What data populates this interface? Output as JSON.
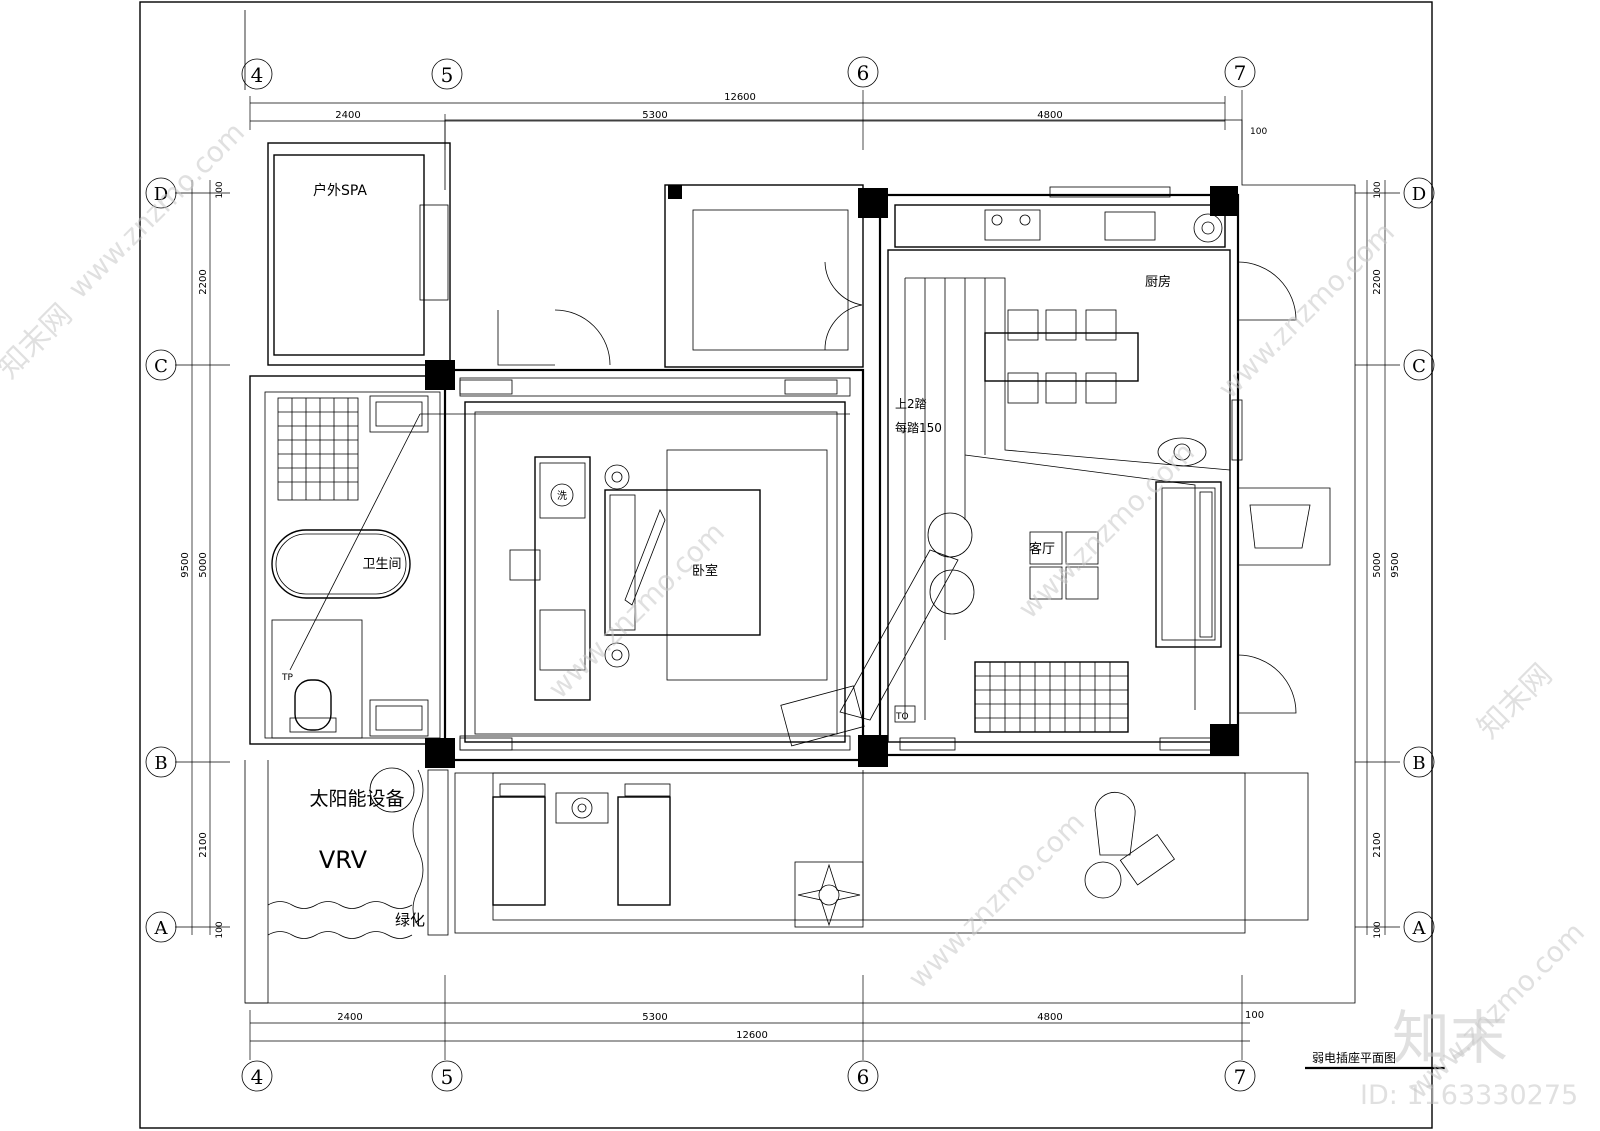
{
  "drawing_title": "弱电插座平面图",
  "axes": {
    "vertical": [
      "4",
      "5",
      "6",
      "7"
    ],
    "horizontal": [
      "D",
      "C",
      "B",
      "A"
    ]
  },
  "dimensions": {
    "top": {
      "total": "12600",
      "segments": [
        "2400",
        "5300",
        "4800"
      ],
      "edge": "100"
    },
    "bottom": {
      "total": "12600",
      "segments": [
        "2400",
        "5300",
        "4800"
      ],
      "edge": "100"
    },
    "left": {
      "total": "9500",
      "segments": [
        "100",
        "2200",
        "5000",
        "2100",
        "100"
      ]
    },
    "right": {
      "total": "9500",
      "segments": [
        "100",
        "2200",
        "5000",
        "2100",
        "100"
      ]
    }
  },
  "rooms": {
    "spa": "户外SPA",
    "bathroom": "卫生间",
    "bedroom": "卧室",
    "kitchen": "厨房",
    "living": "客厅",
    "solar": "太阳能设备",
    "vrv": "VRV",
    "green": "绿化"
  },
  "annotations": {
    "step_up": "上2踏",
    "step_height": "每踏150",
    "wash": "洗",
    "tp": "TP",
    "to": "TO"
  },
  "watermark": {
    "site": "www.znzmo.com",
    "brand": "知末网",
    "logo": "知末",
    "id": "ID: 1163330275"
  }
}
